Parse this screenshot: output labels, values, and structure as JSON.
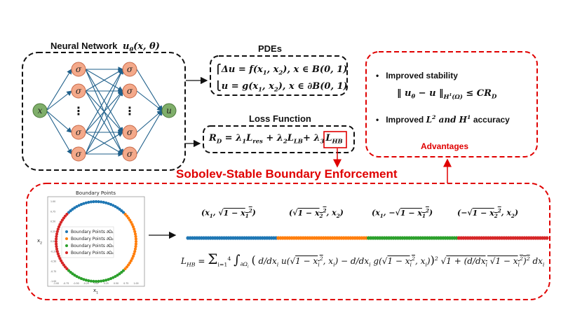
{
  "network": {
    "title": "Neural Network",
    "title_math": "u_θ(x, θ)",
    "input_label": "x",
    "hidden_label": "σ",
    "output_label": "u",
    "dots": "⋮"
  },
  "pdes": {
    "title": "PDEs",
    "eq1": "Δu = f(x₁, x₂), x ∈ B(0, 1)",
    "eq2": "u = g(x₁, x₂), x ∈ ∂B(0, 1)"
  },
  "loss": {
    "title": "Loss Function",
    "equation_prefix": "R_D = λ₁L_res + λ₂L_LB + λ₃",
    "highlighted_term": "L_HB"
  },
  "advantages": {
    "bullet1": "Improved stability",
    "bullet1_math": "‖ u_θ − u ‖_{H¹(Ω)} ≤ CR_D",
    "bullet2_prefix": "Improved",
    "bullet2_math": "L² and H¹",
    "bullet2_suffix": "accuracy",
    "label": "Advantages"
  },
  "enforcement": {
    "title": "Sobolev-Stable Boundary Enforcement"
  },
  "boundary_plot": {
    "title": "Boundary Points",
    "xlabel": "x₁",
    "ylabel": "x₂",
    "legend": [
      "Boundary Points ∂Ω₁",
      "Boundary Points ∂Ω₂",
      "Boundary Points ∂Ω₃",
      "Boundary Points ∂Ω₄"
    ],
    "colors": [
      "#1f77b4",
      "#ff7f0e",
      "#2ca02c",
      "#d62728"
    ]
  },
  "parametrizations": {
    "p1": "(x₁, √(1 − x₁²))",
    "p2": "(√(1 − x₂²), x₂)",
    "p3": "(x₁, −√(1 − x₁²))",
    "p4": "(−√(1 − x₂²), x₂)"
  },
  "lhb_formula": {
    "lhs": "L_HB =",
    "rhs": "Σ_{i=1}^{4} ∫_{∂Ω_i} ( d/dx_i u(√(1 − x_i²), x_i) − d/dx_i g(√(1 − x_i²), x_i) )² √(1 + (d/dx_i √(1 − x_i²))²) dx_i"
  }
}
